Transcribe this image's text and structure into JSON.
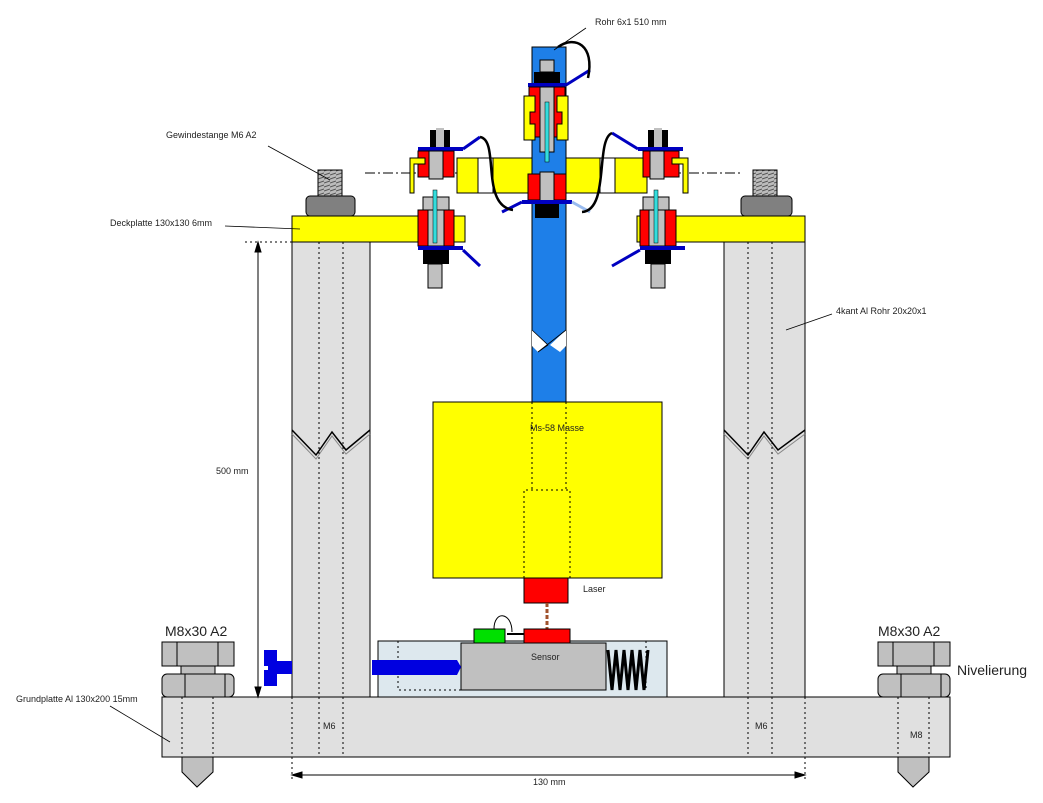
{
  "labels": {
    "rohr": "Rohr 6x1 510 mm",
    "gewindestange": "Gewindestange M6 A2",
    "deckplatte": "Deckplatte 130x130 6mm",
    "vierkant": "4kant Al Rohr 20x20x1",
    "masse": "Ms-58 Masse",
    "laser": "Laser",
    "sensor": "Sensor",
    "hoehe": "500 mm",
    "m8_left": "M8x30 A2",
    "m8_right": "M8x30 A2",
    "nivelierung": "Nivelierung",
    "grundplatte": "Grundplatte Al 130x200 15mm",
    "m6_left": "M6",
    "m6_right": "M6",
    "m8": "M8",
    "breite": "130 mm"
  },
  "colors": {
    "yellow": "#ffff00",
    "blue": "#1e7fe8",
    "red": "#ff0000",
    "gray": "#c0c0c0",
    "light_gray": "#e0e0e0",
    "sensor_box": "#dde8ee",
    "green": "#00e000",
    "dark_blue": "#0000e0"
  }
}
